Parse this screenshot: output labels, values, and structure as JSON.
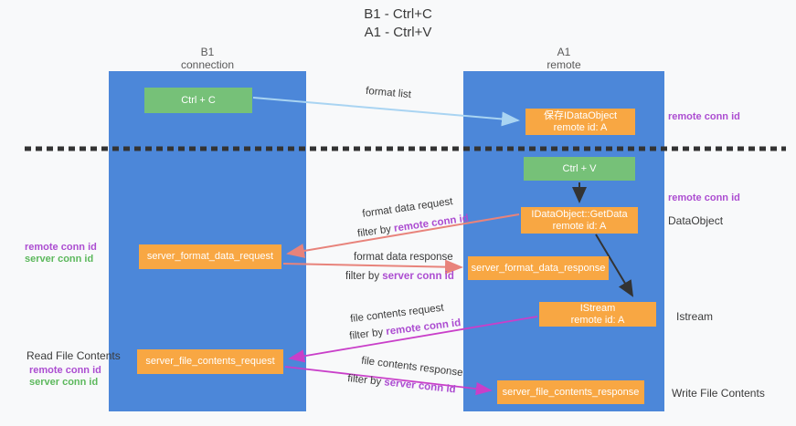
{
  "title": {
    "line1": "B1 - Ctrl+C",
    "line2": "A1 - Ctrl+V"
  },
  "columns": {
    "b1": {
      "name": "B1",
      "subtitle": "connection"
    },
    "a1": {
      "name": "A1",
      "subtitle": "remote"
    }
  },
  "boxes": {
    "ctrl_c": {
      "label": "Ctrl + C"
    },
    "store_idataobject": {
      "line1": "保存IDataObject",
      "line2": "remote id: A"
    },
    "ctrl_v": {
      "label": "Ctrl + V"
    },
    "getdata": {
      "line1": "IDataObject::GetData",
      "line2": "remote id: A"
    },
    "format_request": {
      "label": "server_format_data_request"
    },
    "format_response": {
      "label": "server_format_data_response"
    },
    "istream": {
      "line1": "IStream",
      "line2": "remote id: A"
    },
    "file_request": {
      "label": "server_file_contents_request"
    },
    "file_response": {
      "label": "server_file_contents_response"
    }
  },
  "flow_labels": {
    "format_list": "format list",
    "format_data_request": "format data request",
    "format_data_response": "format data response",
    "file_contents_request": "file contents request",
    "file_contents_response": "file contents response",
    "filter_by": "filter by ",
    "remote_conn_id": "remote conn id",
    "server_conn_id": "server conn id"
  },
  "side_labels": {
    "remote_conn_id_top_right": "remote conn id",
    "remote_conn_id_mid_right": "remote conn id",
    "dataobject": "DataObject",
    "istream": "Istream",
    "write_file_contents": "Write File Contents",
    "read_file_contents": "Read File Contents",
    "remote_conn_id_left_mid": "remote conn id",
    "server_conn_id_left_mid": "server conn id",
    "remote_conn_id_left_bottom": "remote conn id",
    "server_conn_id_left_bottom": "server conn id"
  },
  "colors": {
    "column_blue": "#4c87d9",
    "box_green": "#76c178",
    "box_orange": "#f8a743",
    "arrow_red": "#e8837b",
    "arrow_magenta": "#c93fc9",
    "arrow_light_blue": "#a9d4f2",
    "arrow_black": "#333333",
    "text_purple": "#ac4dd1",
    "text_green": "#5cb85c"
  }
}
